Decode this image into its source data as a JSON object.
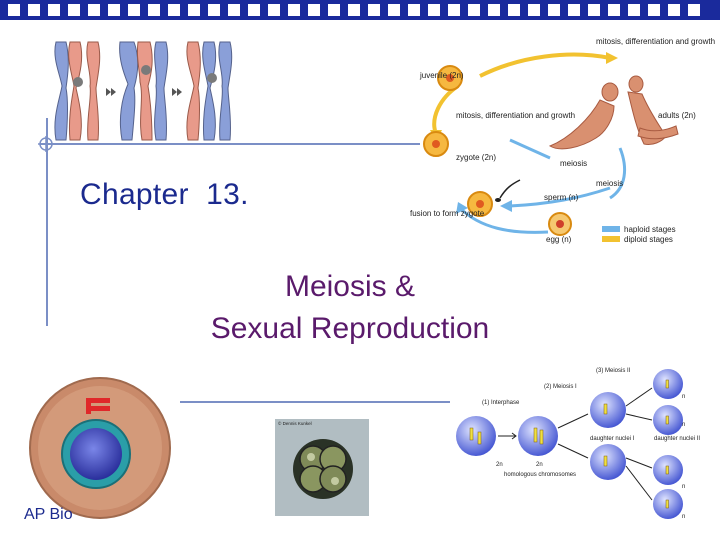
{
  "slide": {
    "chapter_title": "Chapter  13.",
    "subtitle_line1": "Meiosis &",
    "subtitle_line2": "Sexual Reproduction",
    "footer": "AP Bio"
  },
  "life_cycle": {
    "mitosis_top": "mitosis, differentiation and growth",
    "juvenile": "juvenile (2n)",
    "adults": "adults (2n)",
    "mitosis_left": "mitosis, differentiation and growth",
    "zygote": "zygote (2n)",
    "meiosis_1": "meiosis",
    "meiosis_2": "meiosis",
    "sperm": "sperm (n)",
    "fusion": "fusion to form zygote",
    "egg": "egg (n)",
    "legend_haploid": "haploid stages",
    "legend_diploid": "diploid stages",
    "colors": {
      "haploid": "#6fb4e8",
      "diploid": "#f2c230"
    }
  },
  "meiosis_diagram": {
    "meiosis_ii": "(3) Meiosis II",
    "meiosis_i": "(2) Meiosis I",
    "interphase": "(1) Interphase",
    "daughter_i": "daughter nuclei I",
    "daughter_ii": "daughter nuclei II",
    "homologous": "homologous chromosomes",
    "label_2n_a": "2n",
    "label_2n_b": "2n",
    "label_n_a": "n",
    "label_n_b": "n",
    "label_n_c": "n",
    "label_n_d": "n"
  },
  "photo": {
    "caption": "© Dennis Kunkel"
  },
  "colors": {
    "title": "#1b2a8e",
    "subtitle": "#5a1a6b",
    "accent_bar": "#1a2a9c",
    "rule": "#7b8fc6"
  }
}
